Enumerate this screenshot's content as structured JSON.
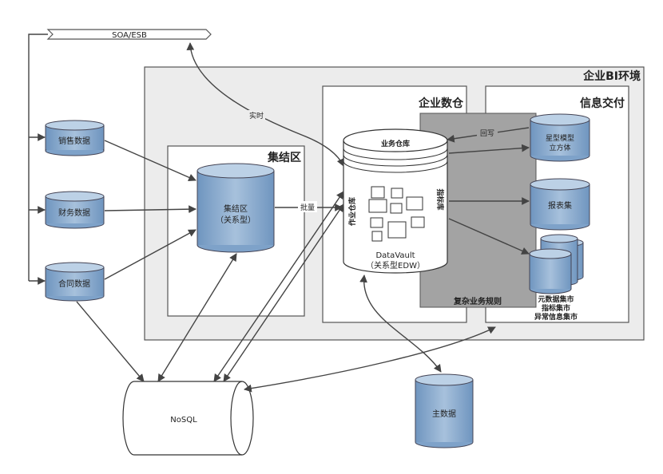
{
  "esb": {
    "label": "SOA/ESB"
  },
  "zones": {
    "enterprise_bi": "企业BI环境",
    "staging": "集结区",
    "edw": "企业数仓",
    "delivery": "信息交付"
  },
  "sources": {
    "sales": "销售数据",
    "finance": "财务数据",
    "contract": "合同数据"
  },
  "staging_db": {
    "line1": "集结区",
    "line2": "（关系型）"
  },
  "edw_db": {
    "top": "业务仓库",
    "left_vertical": "作业仓库",
    "right_vertical": "指标库",
    "bottom1": "DataVault",
    "bottom2": "（关系型EDW）"
  },
  "rules_panel": {
    "label": "复杂业务规则"
  },
  "delivery_items": {
    "cube1": "星型模型",
    "cube2": "立方体",
    "report": "报表集",
    "marts1": "元数据集市",
    "marts2": "指标集市",
    "marts3": "异常信息集市"
  },
  "edge_labels": {
    "realtime": "实时",
    "batch": "批量",
    "writeback": "回写"
  },
  "external": {
    "nosql": "NoSQL",
    "master": "主数据"
  },
  "colors": {
    "cyl_top": "#a9c3dd",
    "cyl_body": "#7ea2c9",
    "gray_panel": "#a3a3a3",
    "zone_bg": "#ececec",
    "zone_border": "#555555"
  }
}
